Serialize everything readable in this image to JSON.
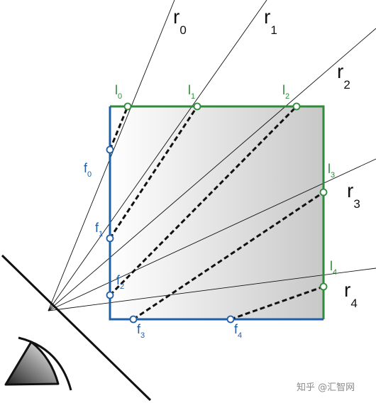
{
  "rays": [
    {
      "name": "r",
      "sub": "0"
    },
    {
      "name": "r",
      "sub": "1"
    },
    {
      "name": "r",
      "sub": "2"
    },
    {
      "name": "r",
      "sub": "3"
    },
    {
      "name": "r",
      "sub": "4"
    }
  ],
  "light_points": [
    {
      "name": "l",
      "sub": "0"
    },
    {
      "name": "l",
      "sub": "1"
    },
    {
      "name": "l",
      "sub": "2"
    },
    {
      "name": "l",
      "sub": "3"
    },
    {
      "name": "l",
      "sub": "4"
    }
  ],
  "front_points": [
    {
      "name": "f",
      "sub": "0"
    },
    {
      "name": "f",
      "sub": "1"
    },
    {
      "name": "f",
      "sub": "2"
    },
    {
      "name": "f",
      "sub": "3"
    },
    {
      "name": "f",
      "sub": "4"
    }
  ],
  "watermark": "知乎 @汇智网",
  "colors": {
    "light_edge": "#2f8a3b",
    "front_edge": "#1f5fa8",
    "rays": "#111111",
    "dashed_segments": "#111111"
  }
}
